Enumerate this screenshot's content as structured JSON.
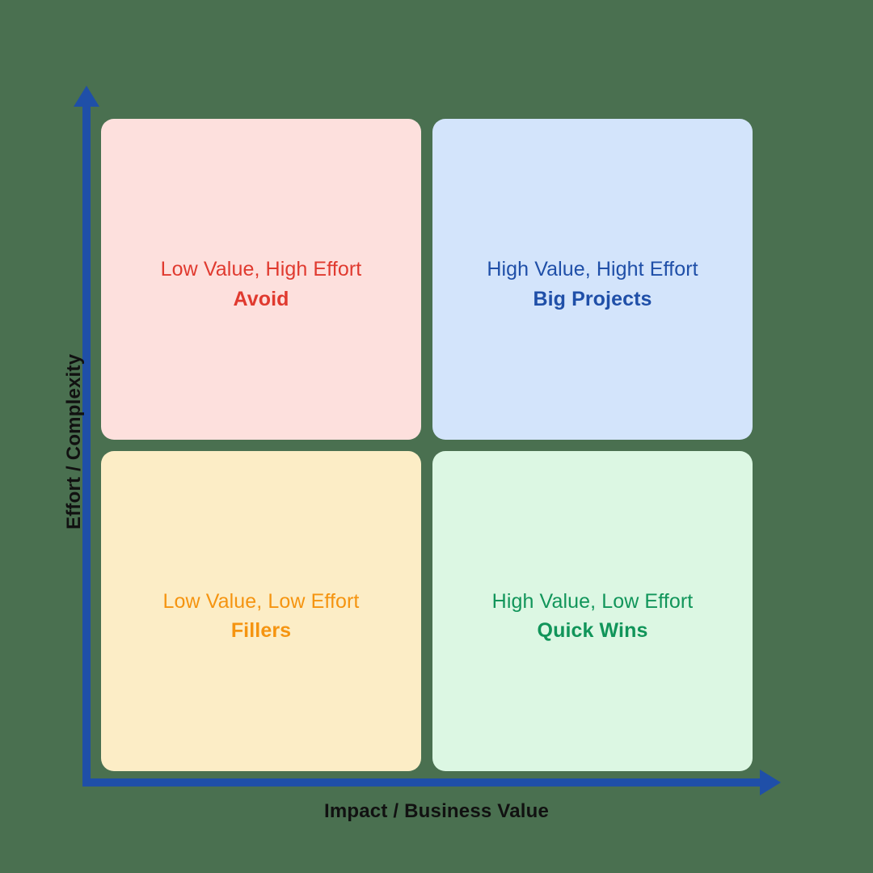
{
  "chart_data": {
    "type": "scatter",
    "title": "",
    "xlabel": "Impact / Business Value",
    "ylabel": "Effort / Complexity",
    "grid": false,
    "legend": "none",
    "axis_color": "#1F4FA8",
    "background_color": "#4A7050",
    "quadrants": [
      {
        "id": "avoid",
        "position": "top-left",
        "x_level": "Low",
        "y_level": "High",
        "description": "Low Value, High Effort",
        "title": "Avoid",
        "fill": "#FDE0DD",
        "text_color": "#E03A2F"
      },
      {
        "id": "big-projects",
        "position": "top-right",
        "x_level": "High",
        "y_level": "High",
        "description": "High Value, Hight Effort",
        "title": "Big Projects",
        "fill": "#D3E4FB",
        "text_color": "#1F4FA8"
      },
      {
        "id": "fillers",
        "position": "bottom-left",
        "x_level": "Low",
        "y_level": "Low",
        "description": "Low Value, Low Effort",
        "title": "Fillers",
        "fill": "#FCEDC6",
        "text_color": "#F59410"
      },
      {
        "id": "quick-wins",
        "position": "bottom-right",
        "x_level": "High",
        "y_level": "Low",
        "description": "High Value, Low Effort",
        "title": "Quick Wins",
        "fill": "#DCF7E3",
        "text_color": "#11955A"
      }
    ]
  },
  "axes": {
    "x_label": "Impact / Business Value",
    "y_label": "Effort / Complexity"
  }
}
